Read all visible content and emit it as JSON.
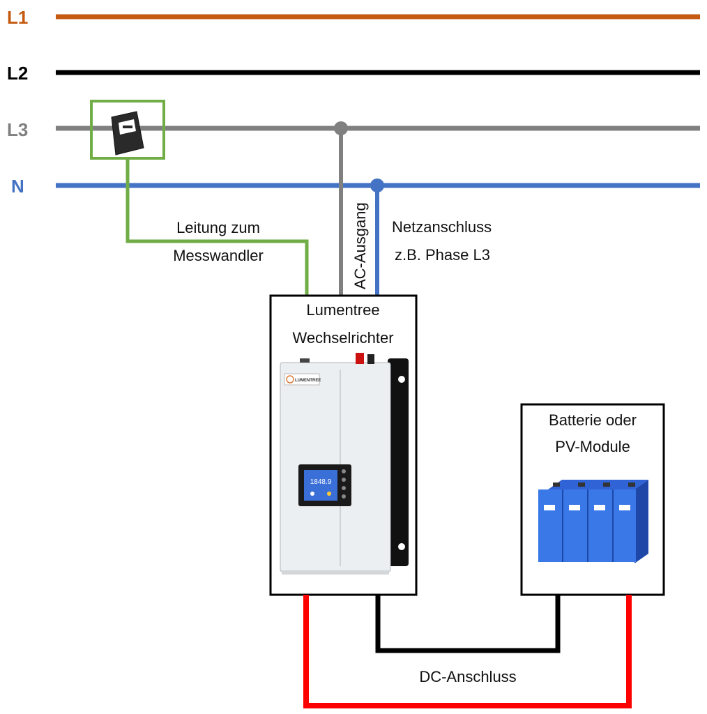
{
  "lines": {
    "l1": {
      "label": "L1",
      "color": "#c55a11"
    },
    "l2": {
      "label": "L2",
      "color": "#000000"
    },
    "l3": {
      "label": "L3",
      "color": "#808080"
    },
    "n": {
      "label": "N",
      "color": "#4472c4"
    }
  },
  "colors": {
    "meter": "#70ad47",
    "dc_positive": "#ff0000",
    "dc_negative": "#000000"
  },
  "labels": {
    "meter_line_1": "Leitung zum",
    "meter_line_2": "Messwandler",
    "ac_output": "AC-Ausgang",
    "grid_1": "Netzanschluss",
    "grid_2": "z.B. Phase L3",
    "inverter_1": "Lumentree",
    "inverter_2": "Wechselrichter",
    "battery_1": "Batterie oder",
    "battery_2": "PV-Module",
    "dc": "DC-Anschluss"
  },
  "device": {
    "brand": "LUMENTREE",
    "display_value": "1848.9"
  },
  "icons": {
    "meter": "current-clamp-icon",
    "inverter": "inverter-icon",
    "battery": "battery-pack-icon"
  }
}
